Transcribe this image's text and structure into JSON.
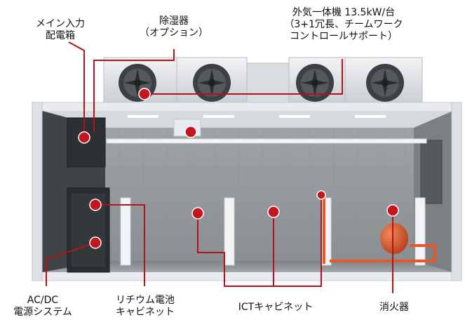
{
  "labels": {
    "main_panel": {
      "line1": "メイン入力",
      "line2": "配電箱"
    },
    "dehumidifier": {
      "line1": "除湿器",
      "line2": "（オプション）"
    },
    "outdoor_unit": {
      "line1": "外気一体機  13.5kW/台",
      "line2": "（3+1冗長、チームワーク",
      "line3": "コントロールサポート）"
    },
    "acdc_power": {
      "line1": "AC/DC",
      "line2": "電源システム"
    },
    "lithium_cabinet": {
      "line1": "リチウム電池",
      "line2": "キャビネット"
    },
    "ict_cabinet": {
      "line1": "ICTキャビネット"
    },
    "fire_extinguisher": {
      "line1": "消火器"
    }
  },
  "colors": {
    "callout": "#b5121b",
    "container_frame": "#e9ebee",
    "floor": "#8f9598",
    "wall": "#a6abad",
    "pipe": "#e8562a",
    "fan_unit": "#dfe2e5"
  }
}
